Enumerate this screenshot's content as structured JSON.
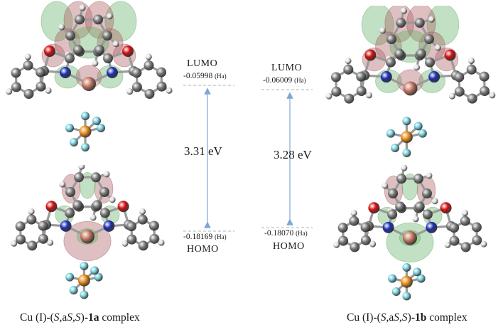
{
  "complex_1a": {
    "lumo": {
      "label": "LUMO",
      "energy": "-0.05998",
      "unit": "(Ha)"
    },
    "homo": {
      "label": "HOMO",
      "energy": "-0.18169",
      "unit": "(Ha)"
    },
    "gap": "3.31 eV",
    "caption": {
      "prefix": "Cu (I)-(",
      "s1": "S",
      "mid1": ",a",
      "s2": "S",
      "mid2": ",",
      "s3": "S",
      "close": ")-",
      "compound": "1a",
      "suffix": " complex"
    }
  },
  "complex_1b": {
    "lumo": {
      "label": "LUMO",
      "energy": "-0.06009",
      "unit": "(Ha)"
    },
    "homo": {
      "label": "HOMO",
      "energy": "-0.18070",
      "unit": "(Ha)"
    },
    "gap": "3.28 eV",
    "caption": {
      "prefix": "Cu (I)-(",
      "s1": "S",
      "mid1": ",a",
      "s2": "S",
      "mid2": ",",
      "s3": "S",
      "close": ")-",
      "compound": "1b",
      "suffix": " complex"
    }
  },
  "colors": {
    "carbon": "#7d7d7d",
    "hydrogen": "#e6e6e6",
    "oxygen": "#d81010",
    "nitrogen": "#1c2fb8",
    "copper": "#c97a66",
    "phosphorus": "#f0901a",
    "fluorine": "#7ad3e0",
    "lobe_green": "#5fae62",
    "lobe_red": "#a8595f",
    "arrow": "#7ea7d6",
    "level_line": "#aab4bf"
  }
}
